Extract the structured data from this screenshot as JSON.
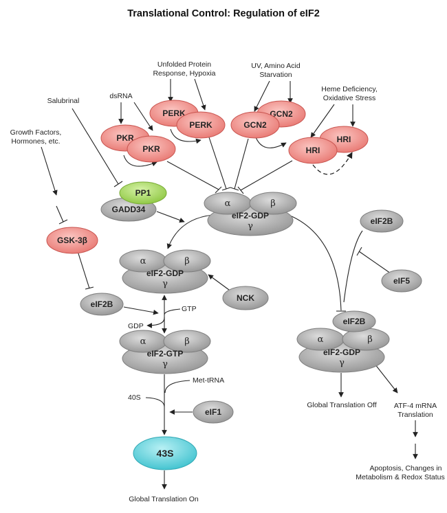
{
  "title": "Translational Control: Regulation of eIF2",
  "colors": {
    "kinase": "#ef8782",
    "kinase_edge": "#c8544f",
    "phosphatase": "#9fd456",
    "complex_grey": "#a9a9a9",
    "complex_edge": "#7d7d7d",
    "ribosome": "#5ccfd9"
  },
  "greek": {
    "alpha": "α",
    "beta": "β",
    "gamma": "γ"
  },
  "stimuli": {
    "unfolded_1": "Unfolded Protein",
    "unfolded_2": "Response, Hypoxia",
    "uv_1": "UV, Amino Acid",
    "uv_2": "Starvation",
    "heme_1": "Heme Deficiency,",
    "heme_2": "Oxidative Stress",
    "dsrna": "dsRNA",
    "salubrinal": "Salubrinal",
    "growth_1": "Growth Factors,",
    "growth_2": "Hormones, etc."
  },
  "kinases": {
    "pkr": "PKR",
    "perk": "PERK",
    "gcn2": "GCN2",
    "hri": "HRI",
    "gsk3b": "GSK-3β"
  },
  "proteins": {
    "pp1": "PP1",
    "gadd34": "GADD34",
    "eif2b": "eIF2B",
    "eif5": "eIF5",
    "nck": "NCK",
    "eif1": "eIF1",
    "ribosome_43s": "43S"
  },
  "complexes": {
    "eif2_gdp": "eIF2-GDP",
    "eif2_gtp": "eIF2-GTP"
  },
  "labels": {
    "gtp": "GTP",
    "gdp": "GDP",
    "met_trna": "Met-tRNA",
    "s40": "40S",
    "global_on": "Global Translation On",
    "global_off": "Global Translation Off",
    "atf4_1": "ATF-4 mRNA",
    "atf4_2": "Translation",
    "apop_1": "Apoptosis, Changes in",
    "apop_2": "Metabolism & Redox Status"
  }
}
